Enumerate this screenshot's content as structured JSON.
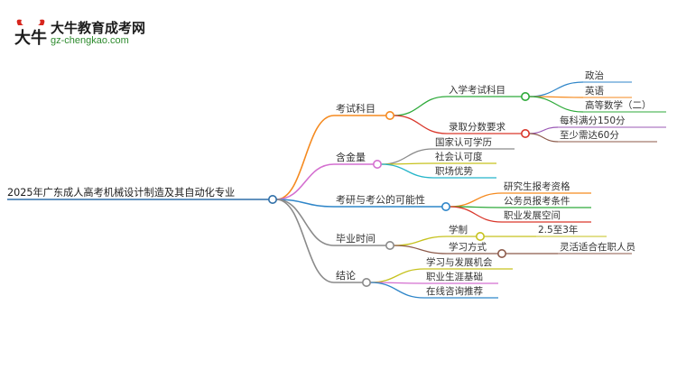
{
  "brand": {
    "name": "大牛教育成考网",
    "url": "gz-chengkao.com",
    "logo_glyph": "大牛",
    "accent": "#d7261e"
  },
  "mindmap": {
    "root": "2025年广东成人高考机械设计制造及其自动化专业",
    "branches": [
      {
        "label": "考试科目",
        "color": "#f58a1f",
        "children": [
          {
            "label": "入学考试科目",
            "color": "#2eaa3a",
            "children": [
              {
                "label": "政治",
                "color": "#2f86c9"
              },
              {
                "label": "英语",
                "color": "#f58a1f"
              },
              {
                "label": "高等数学（二）",
                "color": "#2eaa3a"
              }
            ]
          },
          {
            "label": "录取分数要求",
            "color": "#d9372b",
            "children": [
              {
                "label": "每科满分150分",
                "color": "#9b59b6"
              },
              {
                "label": "至少需达60分",
                "color": "#8c5a4a"
              }
            ]
          }
        ]
      },
      {
        "label": "含金量",
        "color": "#d46fd0",
        "children": [
          {
            "label": "国家认可学历",
            "color": "#8a8a8a"
          },
          {
            "label": "社会认可度",
            "color": "#c6c21e"
          },
          {
            "label": "职场优势",
            "color": "#25b5c9"
          }
        ]
      },
      {
        "label": "考研与考公的可能性",
        "color": "#2f86c9",
        "children": [
          {
            "label": "研究生报考资格",
            "color": "#f58a1f"
          },
          {
            "label": "公务员报考条件",
            "color": "#2eaa3a"
          },
          {
            "label": "职业发展空间",
            "color": "#d9372b"
          }
        ]
      },
      {
        "label": "毕业时间",
        "color": "#8a8a8a",
        "children": [
          {
            "label": "学制",
            "color": "#c6c21e",
            "children": [
              {
                "label": "2.5至3年",
                "color": "#c6c21e"
              }
            ]
          },
          {
            "label": "学习方式",
            "color": "#8c5a4a",
            "children": [
              {
                "label": "灵活适合在职人员",
                "color": "#8c5a4a"
              }
            ]
          }
        ]
      },
      {
        "label": "结论",
        "color": "#8a8a8a",
        "children": [
          {
            "label": "学习与发展机会",
            "color": "#c6c21e"
          },
          {
            "label": "职业生涯基础",
            "color": "#d46fd0"
          },
          {
            "label": "在线咨询推荐",
            "color": "#2f86c9"
          }
        ]
      }
    ]
  }
}
